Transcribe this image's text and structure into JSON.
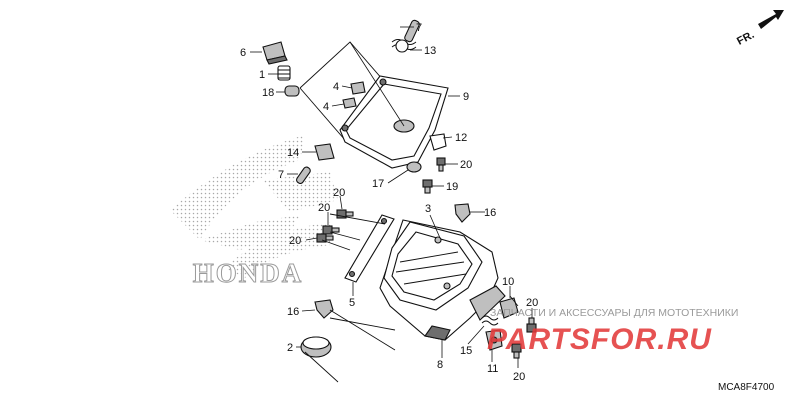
{
  "diagram": {
    "watermark_logo": "HONDA",
    "direction_label": "FR.",
    "code": "MCA8F4700",
    "site_tagline": "ЗАПЧАСТИ И АКСЕССУАРЫ ДЛЯ МОТОТЕХНИКИ",
    "site_logo": "PARTSFOR.RU",
    "callouts": [
      {
        "id": "c7a",
        "text": "7"
      },
      {
        "id": "c6",
        "text": "6"
      },
      {
        "id": "c13",
        "text": "13"
      },
      {
        "id": "c1",
        "text": "1"
      },
      {
        "id": "c18",
        "text": "18"
      },
      {
        "id": "c4a",
        "text": "4"
      },
      {
        "id": "c4b",
        "text": "4"
      },
      {
        "id": "c9",
        "text": "9"
      },
      {
        "id": "c12",
        "text": "12"
      },
      {
        "id": "c14",
        "text": "14"
      },
      {
        "id": "c20a",
        "text": "20"
      },
      {
        "id": "c7b",
        "text": "7"
      },
      {
        "id": "c17",
        "text": "17"
      },
      {
        "id": "c19",
        "text": "19"
      },
      {
        "id": "c20b",
        "text": "20"
      },
      {
        "id": "c3",
        "text": "3"
      },
      {
        "id": "c16a",
        "text": "16"
      },
      {
        "id": "c20c",
        "text": "20"
      },
      {
        "id": "c20d",
        "text": "20"
      },
      {
        "id": "c5",
        "text": "5"
      },
      {
        "id": "c10",
        "text": "10"
      },
      {
        "id": "c20e",
        "text": "20"
      },
      {
        "id": "c16b",
        "text": "16"
      },
      {
        "id": "c2",
        "text": "2"
      },
      {
        "id": "c15",
        "text": "15"
      },
      {
        "id": "c8",
        "text": "8"
      },
      {
        "id": "c11",
        "text": "11"
      },
      {
        "id": "c20f",
        "text": "20"
      }
    ]
  }
}
